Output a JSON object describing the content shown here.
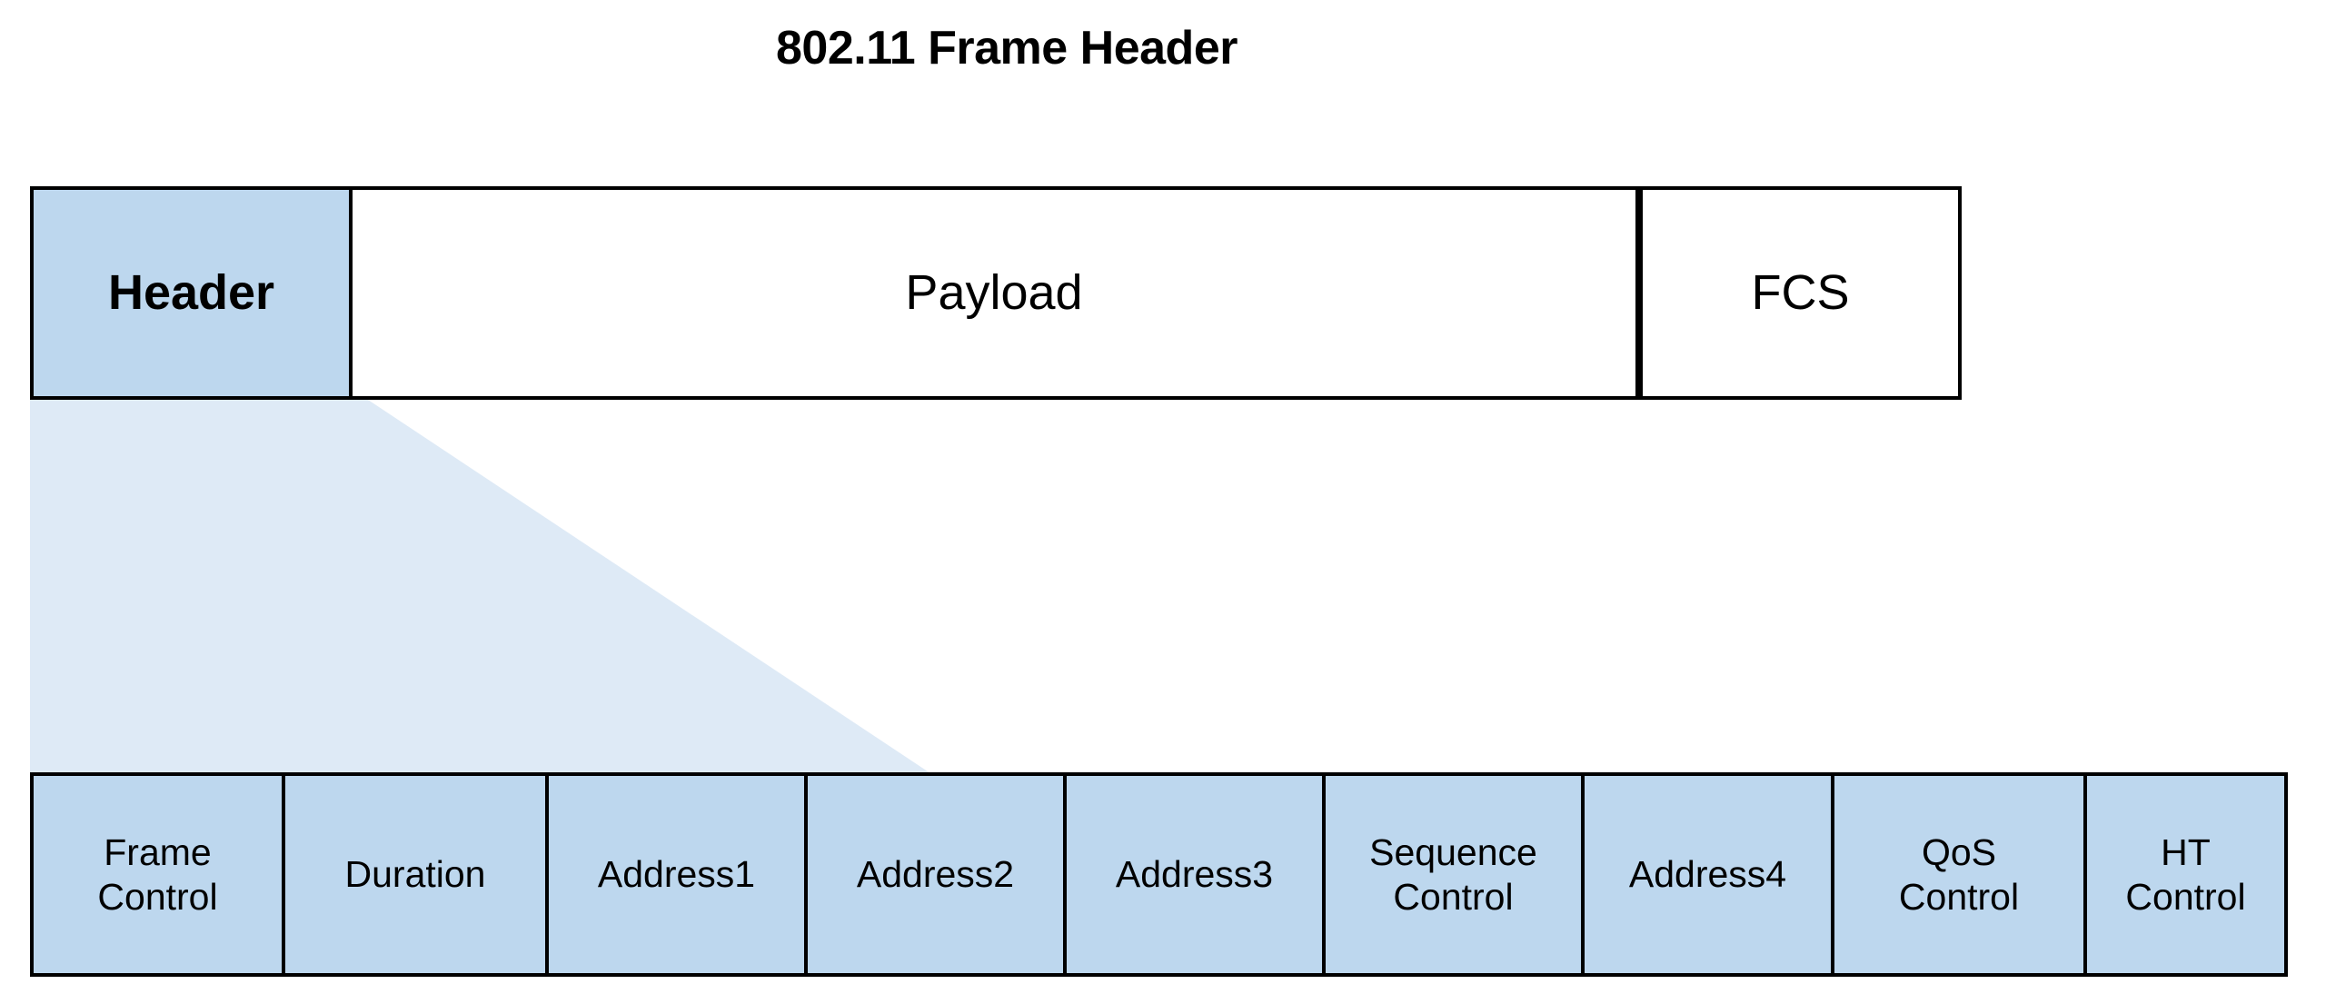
{
  "diagram": {
    "title": "802.11 Frame Header",
    "colors": {
      "cell_fill": "#bdd7ee",
      "funnel_fill": "#deeaf6",
      "border": "#000000",
      "background": "#ffffff"
    },
    "frame_strip": {
      "name": "802.11 frame layout",
      "cells": [
        {
          "label": "Header",
          "fill": "#bdd7ee",
          "emphasis": "bold"
        },
        {
          "label": "Payload",
          "fill": "#ffffff",
          "emphasis": "normal"
        },
        {
          "label": "FCS",
          "fill": "#ffffff",
          "emphasis": "normal"
        }
      ]
    },
    "callout": {
      "from": "Header",
      "to": "header-fields"
    },
    "header_fields": {
      "name": "802.11 MAC header fields",
      "cells": [
        {
          "label": "Frame\nControl"
        },
        {
          "label": "Duration"
        },
        {
          "label": "Address1"
        },
        {
          "label": "Address2"
        },
        {
          "label": "Address3"
        },
        {
          "label": "Sequence\nControl"
        },
        {
          "label": "Address4"
        },
        {
          "label": "QoS\nControl"
        },
        {
          "label": "HT\nControl"
        }
      ]
    }
  }
}
